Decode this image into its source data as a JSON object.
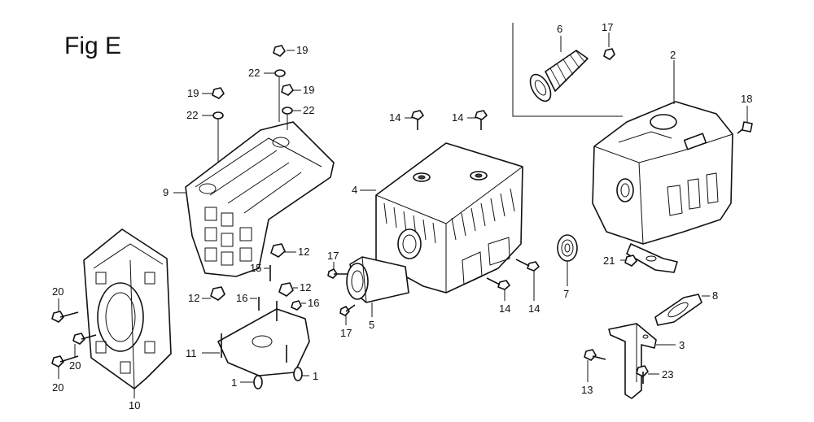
{
  "figure": {
    "title": "Fig E"
  },
  "callouts": [
    {
      "id": "c6",
      "label": "6"
    },
    {
      "id": "c17a",
      "label": "17"
    },
    {
      "id": "c2",
      "label": "2"
    },
    {
      "id": "c18",
      "label": "18"
    },
    {
      "id": "c19a",
      "label": "19"
    },
    {
      "id": "c22a",
      "label": "22"
    },
    {
      "id": "c19b",
      "label": "19"
    },
    {
      "id": "c22b",
      "label": "22"
    },
    {
      "id": "c19c",
      "label": "19"
    },
    {
      "id": "c22c",
      "label": "22"
    },
    {
      "id": "c14a",
      "label": "14"
    },
    {
      "id": "c14b",
      "label": "14"
    },
    {
      "id": "c9",
      "label": "9"
    },
    {
      "id": "c4",
      "label": "4"
    },
    {
      "id": "c12a",
      "label": "12"
    },
    {
      "id": "c15",
      "label": "15"
    },
    {
      "id": "c12b",
      "label": "12"
    },
    {
      "id": "c12c",
      "label": "12"
    },
    {
      "id": "c16a",
      "label": "16"
    },
    {
      "id": "c16b",
      "label": "16"
    },
    {
      "id": "c17b",
      "label": "17"
    },
    {
      "id": "c17c",
      "label": "17"
    },
    {
      "id": "c5",
      "label": "5"
    },
    {
      "id": "c14c",
      "label": "14"
    },
    {
      "id": "c14d",
      "label": "14"
    },
    {
      "id": "c7",
      "label": "7"
    },
    {
      "id": "c21",
      "label": "21"
    },
    {
      "id": "c8",
      "label": "8"
    },
    {
      "id": "c3",
      "label": "3"
    },
    {
      "id": "c13",
      "label": "13"
    },
    {
      "id": "c23",
      "label": "23"
    },
    {
      "id": "c20a",
      "label": "20"
    },
    {
      "id": "c20b",
      "label": "20"
    },
    {
      "id": "c20c",
      "label": "20"
    },
    {
      "id": "c10",
      "label": "10"
    },
    {
      "id": "c11",
      "label": "11"
    },
    {
      "id": "c1a",
      "label": "1"
    },
    {
      "id": "c1b",
      "label": "1"
    }
  ]
}
